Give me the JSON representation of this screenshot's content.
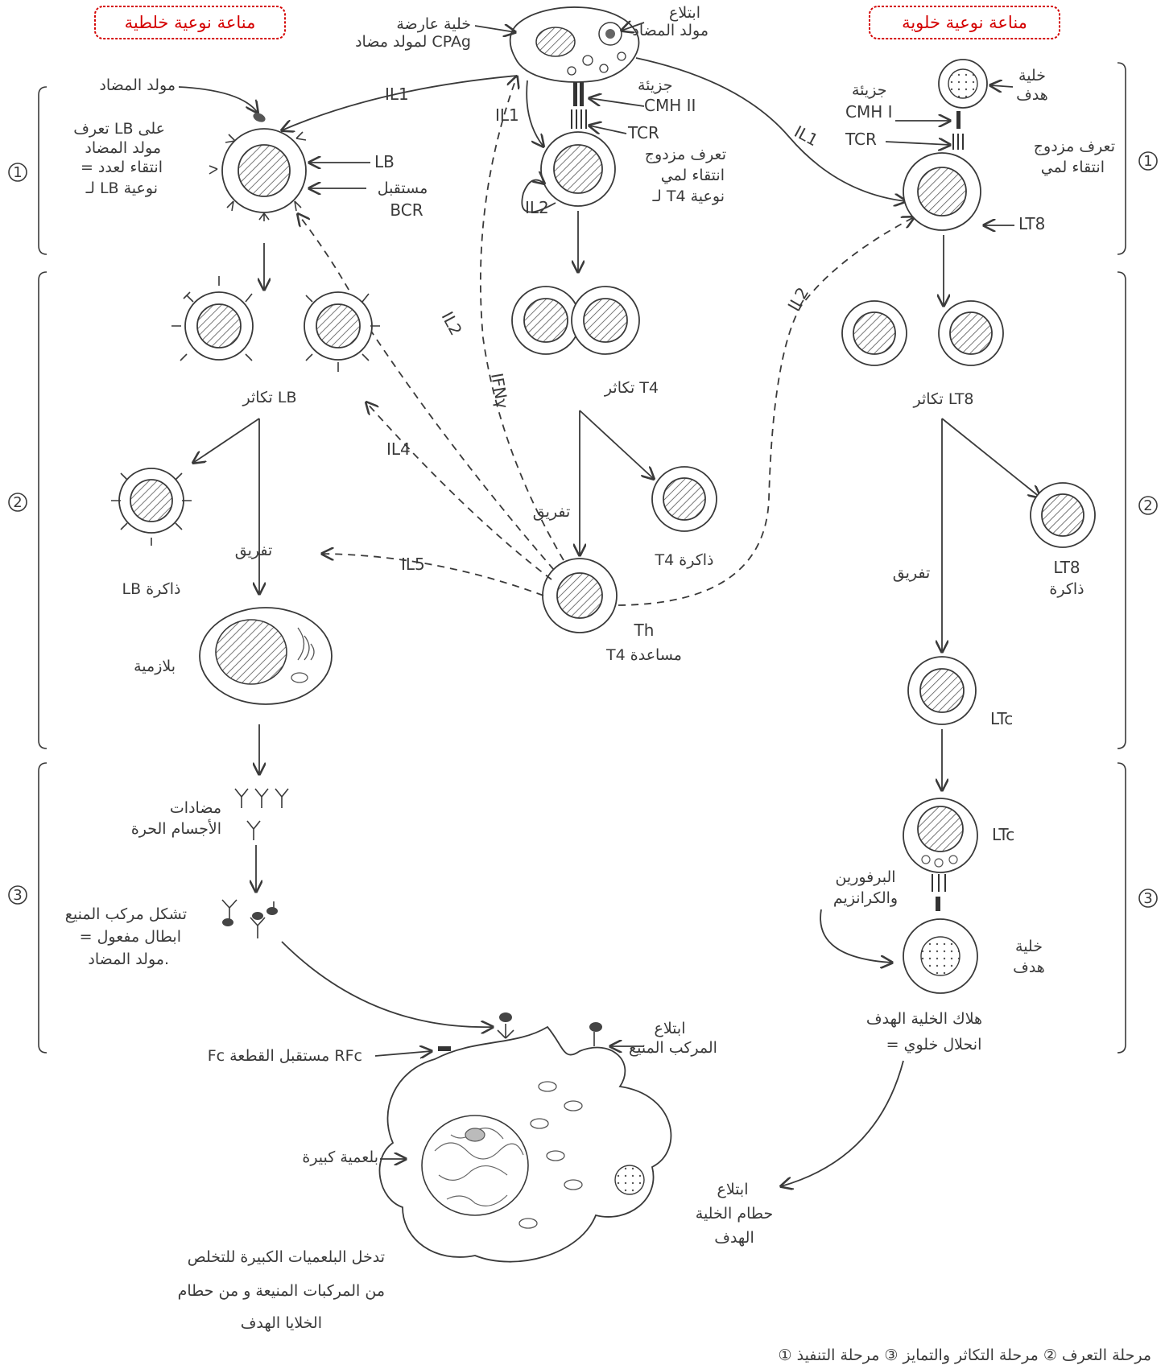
{
  "titles": {
    "humoral": "مناعة نوعية خلطية",
    "cellular": "مناعة نوعية خلوية"
  },
  "colors": {
    "title_red": "#d40000",
    "ink": "#3a3a3a"
  },
  "top": {
    "apc": "خلية عارضة\nلمولد مضاد CPAg",
    "antigen_swallow": "ابتلاع\nمولد المضاد",
    "cmh2_molecule": "جزيئة\nCMH II",
    "tcr": "TCR",
    "il1_left": "IL1",
    "il1_mid": "IL1",
    "il1_right": "IL1"
  },
  "humoral": {
    "antigen": "مولد المضاد",
    "lb_recognition": "تعرف LB على\nمولد المضاد\n= انتقاء لعدد\nلـ LB نوعية",
    "lb": "LB",
    "bcr_receptor": "مستقبل\nBCR",
    "lb_proliferation": "تكاثر LB",
    "lb_memory": "LB ذاكرة",
    "differentiation": "تفريق",
    "plasma": "بلازمية",
    "free_antibodies": "مضادات\nالأجسام الحرة",
    "complex_formation": "تشكل مركب المنيع\n= ابطال مفعول\nمولد المضاد."
  },
  "helper": {
    "double_recognition": "تعرف مزدوج\nانتقاء لمي\nلـ T4 نوعية",
    "il2": "IL2",
    "t4_proliferation": "تكاثر T4",
    "differentiation": "تفريق",
    "t4_memory": "T4 ذاكرة",
    "th": "Th",
    "th_helper": "T4 مساعدة",
    "il2_a": "IL2",
    "il4": "IL4",
    "ifn": "IFNγ",
    "il5": "IL5",
    "il2_b": "IL2"
  },
  "cellular": {
    "target_cell": "خلية\nهدف",
    "cmh1_molecule": "جزيئة\nCMH I",
    "tcr": "TCR",
    "double_recognition": "تعرف مزدوج\nانتقاء لمي",
    "lt8": "LT8",
    "lt8_proliferation": "تكاثر LT8",
    "lt8_memory": "LT8\nذاكرة",
    "differentiation": "تفريق",
    "ltc": "LTc",
    "ltc2": "LTc",
    "perforin": "البرفورين\nوالكرانزيم",
    "target_cell2": "خلية\nهدف",
    "target_death": "هلاك الخلية الهدف\n= انحلال خلوي",
    "phagocytosis_debris": "ابتلاع\nحطام الخلية\nالهدف"
  },
  "macrophage": {
    "rfc": "Fc مستقبل القطعة RFc",
    "swallow_complex": "ابتلاع\nالمركب المنيع",
    "macrophage": "بلعمية كبيرة",
    "caption": "تدخل البلعميات الكبيرة للتخلص\nمن المركبات المنيعة و من حطام\nالخلايا الهدف"
  },
  "phase_numbers": {
    "left": [
      "1",
      "2",
      "3"
    ],
    "right": [
      "1",
      "2",
      "3"
    ]
  },
  "footer": {
    "legend": "① مرحلة التعرف ② مرحلة التكاثر والتمايز ③ مرحلة التنفيذ"
  }
}
